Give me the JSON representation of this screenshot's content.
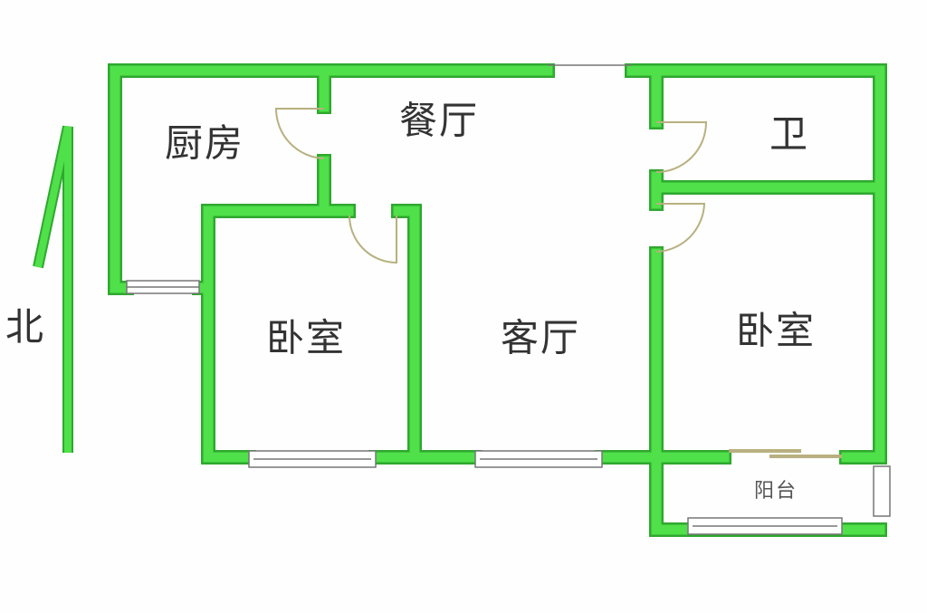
{
  "rooms": {
    "kitchen": "厨房",
    "dining": "餐厅",
    "bathroom": "卫",
    "bedroom_left": "卧室",
    "living": "客厅",
    "bedroom_right": "卧室",
    "balcony": "阳台"
  },
  "compass": {
    "north": "北"
  },
  "colors": {
    "wall": "#4fe04a",
    "wall_edge": "#2fa82f"
  }
}
